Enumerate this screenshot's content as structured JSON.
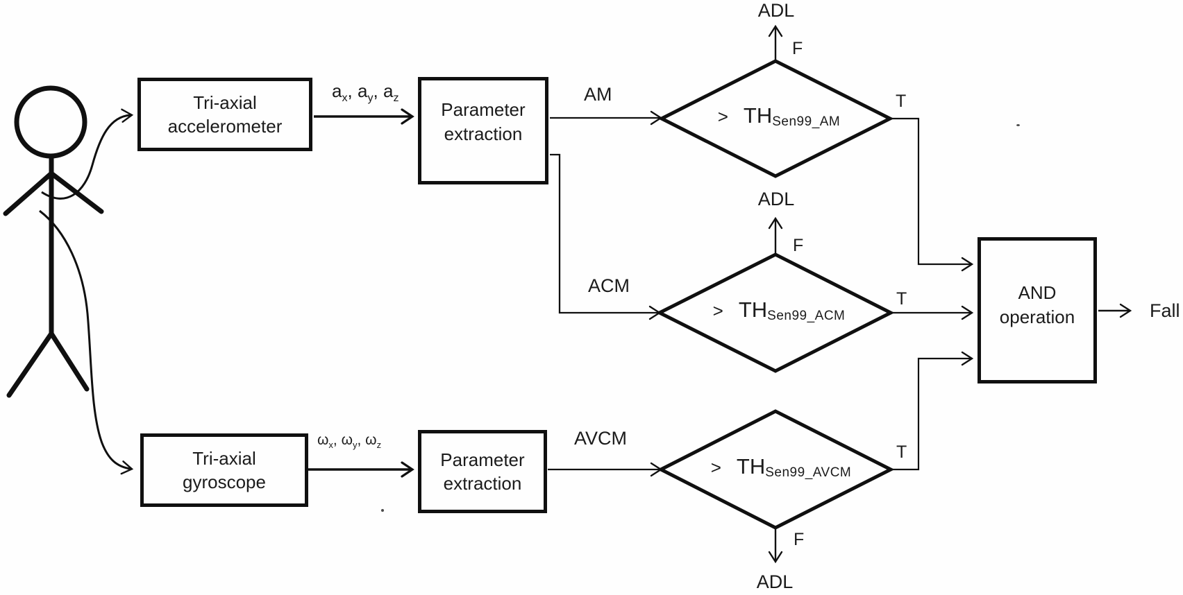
{
  "icons": {
    "person": "stick-figure"
  },
  "boxes": {
    "accelerometer": {
      "line1": "Tri-axial",
      "line2": "accelerometer"
    },
    "param_top": {
      "line1": "Parameter",
      "line2": "extraction"
    },
    "gyroscope": {
      "line1": "Tri-axial",
      "line2": "gyroscope"
    },
    "param_bottom": {
      "line1": "Parameter",
      "line2": "extraction"
    },
    "and_op": {
      "line1": "AND",
      "line2": "operation"
    }
  },
  "decisions": {
    "am": {
      "op": ">",
      "base": "TH",
      "sub": "Sen99_AM"
    },
    "acm": {
      "op": ">",
      "base": "TH",
      "sub": "Sen99_ACM"
    },
    "avcm": {
      "op": ">",
      "base": "TH",
      "sub": "Sen99_AVCM"
    }
  },
  "signal_labels": {
    "accel": {
      "p1": "a",
      "s1": "x",
      "p2": ", a",
      "s2": "y",
      "p3": ", a",
      "s3": "z"
    },
    "gyro": {
      "p1": "ω",
      "s1": "x",
      "p2": ", ω",
      "s2": "y",
      "p3": ", ω",
      "s3": "z"
    }
  },
  "edge_labels": {
    "am": "AM",
    "acm": "ACM",
    "avcm": "AVCM",
    "t_am": "T",
    "t_acm": "T",
    "t_avcm": "T",
    "f_am": "F",
    "f_acm": "F",
    "f_avcm": "F",
    "adl_am": "ADL",
    "adl_acm": "ADL",
    "adl_avcm": "ADL",
    "fall": "Fall"
  },
  "colors": {
    "ink": "#101010",
    "text": "#1b1b1b",
    "background": "#fefefe"
  }
}
